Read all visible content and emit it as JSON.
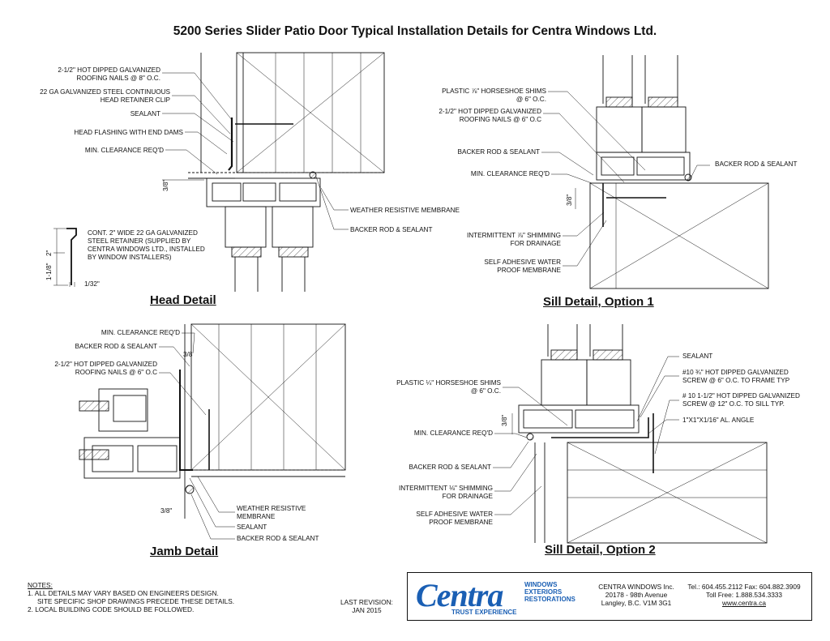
{
  "title": "5200 Series Slider Patio Door Typical Installation Details for Centra Windows Ltd.",
  "head": {
    "title": "Head Detail",
    "labels": {
      "nails": "2-1/2\" HOT DIPPED GALVANIZED\nROOFING NAILS @ 8\" O.C.",
      "clip": "22 GA GALVANIZED STEEL CONTINUOUS\nHEAD RETAINER CLIP",
      "sealant": "SEALANT",
      "flashing": "HEAD FLASHING WITH END DAMS",
      "clearance": "MIN. CLEARANCE REQ'D",
      "membrane": "WEATHER RESISTIVE MEMBRANE",
      "backer": "BACKER ROD & SEALANT",
      "retainer": "CONT. 2\" WIDE 22 GA GALVANIZED\nSTEEL RETAINER (SUPPLIED BY\nCENTRA WINDOWS LTD., INSTALLED\nBY WINDOW INSTALLERS)"
    },
    "dims": {
      "d1": "3/8\"",
      "d2": "2\"",
      "d3": "1-1/8\"",
      "d4": "1/32\""
    }
  },
  "sill1": {
    "title": "Sill Detail, Option 1",
    "labels": {
      "shims": "PLASTIC ⅞\" HORSESHOE SHIMS\n@ 6\" O.C.",
      "nails": "2-1/2\" HOT DIPPED GALVANIZED\nROOFING NAILS @ 6\" O.C",
      "backer1": "BACKER ROD & SEALANT",
      "clearance": "MIN. CLEARANCE REQ'D",
      "backer2": "BACKER ROD & SEALANT",
      "shimming": "INTERMITTENT ⅞\" SHIMMING\nFOR DRAINAGE",
      "membrane": "SELF ADHESIVE WATER\nPROOF MEMBRANE"
    },
    "dims": {
      "d1": "3/8\""
    }
  },
  "jamb": {
    "title": "Jamb Detail",
    "labels": {
      "clearance": "MIN. CLEARANCE REQ'D",
      "backer1": "BACKER ROD & SEALANT",
      "nails": "2-1/2\" HOT DIPPED GALVANIZED\nROOFING NAILS @ 6\" O.C",
      "membrane": "WEATHER RESISTIVE\nMEMBRANE",
      "sealant": "SEALANT",
      "backer2": "BACKER ROD & SEALANT"
    },
    "dims": {
      "d1": "3/8",
      "d2": "3/8\""
    }
  },
  "sill2": {
    "title": "Sill Detail, Option 2",
    "labels": {
      "sealant": "SEALANT",
      "screw1": "#10 ¾\" HOT DIPPED GALVANIZED\nSCREW @ 6\" O.C. TO FRAME TYP",
      "screw2": "# 10 1-1/2\" HOT DIPPED GALVANIZED\nSCREW @ 12\" O.C. TO SILL TYP.",
      "angle": "1\"x1\"x1/16\" AL. ANGLE",
      "shims": "PLASTIC ¼\" HORSESHOE SHIMS\n@ 6\" O.C.",
      "clearance": "MIN. CLEARANCE REQ'D",
      "backer": "BACKER ROD & SEALANT",
      "shimming": "INTERMITTENT ⅛\" SHIMMING\nFOR DRAINAGE",
      "membrane": "SELF ADHESIVE WATER\nPROOF MEMBRANE"
    },
    "dims": {
      "d1": "3/8\""
    }
  },
  "notes": {
    "heading": "NOTES:",
    "n1": "1.  ALL DETAILS MAY VARY BASED ON ENGINEERS DESIGN.",
    "n1b": "SITE SPECIFIC SHOP DRAWINGS PRECEDE THESE DETAILS.",
    "n2": "2.  LOCAL BUILDING CODE SHOULD BE FOLLOWED."
  },
  "revision": {
    "label": "LAST REVISION:",
    "date": "JAN 2015"
  },
  "company": {
    "logo": "Centra",
    "tag1": "WINDOWS",
    "tag2": "EXTERIORS",
    "tag3": "RESTORATIONS",
    "trust": "TRUST EXPERIENCE",
    "name": "CENTRA WINDOWS Inc.",
    "addr1": "20178 - 98th Avenue",
    "addr2": "Langley, B.C. V1M 3G1",
    "tel": "Tel.: 604.455.2112  Fax: 604.882.3909",
    "tollfree": "Toll Free: 1.888.534.3333",
    "web": "www.centra.ca"
  },
  "colors": {
    "brand": "#1a5fb4",
    "line": "#111111"
  }
}
